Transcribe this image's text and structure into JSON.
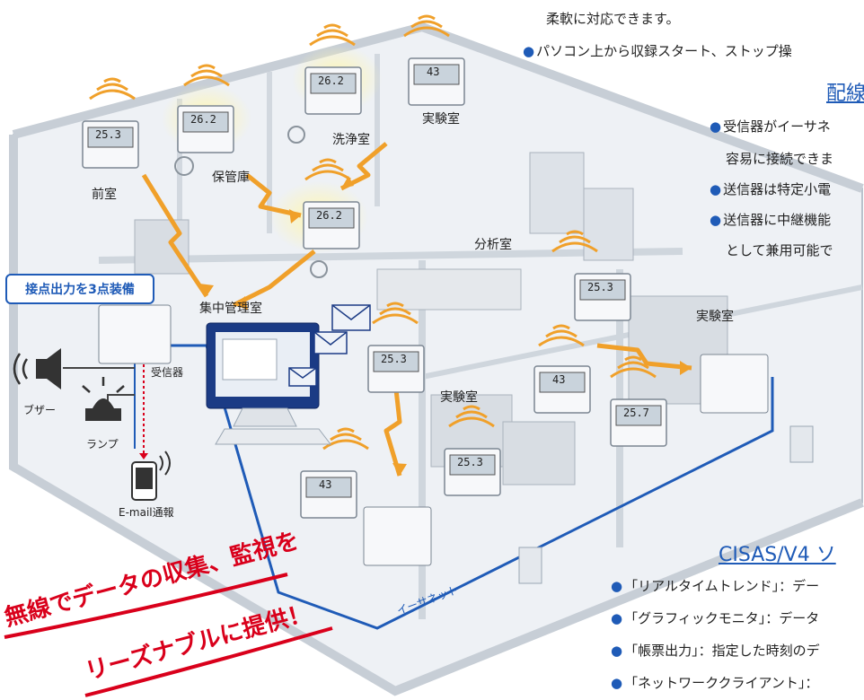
{
  "rooms": {
    "antechamber": "前室",
    "storage": "保管庫",
    "washing": "洗浄室",
    "lab_top": "実験室",
    "analysis": "分析室",
    "central_control": "集中管理室",
    "lab_middle": "実験室",
    "lab_right": "実験室"
  },
  "devices": {
    "receiver": "受信器",
    "buzzer": "ブザー",
    "lamp": "ランプ",
    "email": "E-mail通報",
    "ethernet": "イーサネット"
  },
  "logger_readings": [
    "25.3",
    "26.2",
    "26.2",
    "43",
    "26.2",
    "25.3",
    "25.3",
    "43",
    "25.7",
    "25.3",
    "43"
  ],
  "badge": "接点出力を3点装備",
  "slogan": {
    "line1": "無線でデータの収集、監視を",
    "line2": "リーズナブルに提供！"
  },
  "right_text": {
    "line_top": "柔軟に対応できます。",
    "bullet_start": "パソコン上から収録スタート、ストップ操",
    "heading_wiring": "配線",
    "bullet_receiver_1": "受信器がイーサネ",
    "bullet_receiver_2": "容易に接続できま",
    "bullet_transmitter": "送信器は特定小電",
    "bullet_relay_1": "送信器に中継機能",
    "bullet_relay_2": "として兼用可能で",
    "heading_cisas": "CISAS/V4 ソ",
    "bullet_trend": "「リアルタイムトレンド」：デー",
    "bullet_graphic": "「グラフィックモニタ」：データ",
    "bullet_report": "「帳票出力」：指定した時刻のデ",
    "bullet_network": "「ネットワーククライアント」："
  },
  "colors": {
    "accent_blue": "#1f5bb7",
    "arrow_orange": "#f0a02a",
    "slogan_red": "#d9001b"
  }
}
